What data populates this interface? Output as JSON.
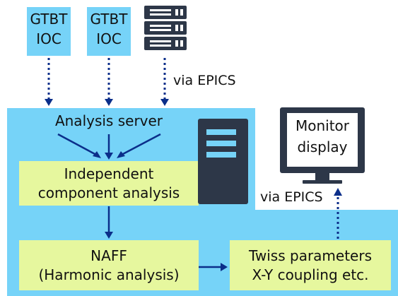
{
  "sources": [
    {
      "line1": "GTBT",
      "line2": "IOC"
    },
    {
      "line1": "GTBT",
      "line2": "IOC"
    }
  ],
  "icons": {
    "rack_server": "rack-server-icon",
    "tower_pc": "tower-computer-icon",
    "monitor": "monitor-icon"
  },
  "labels": {
    "via_epics_top": "via EPICS",
    "analysis_server": "Analysis server",
    "via_epics_right": "via EPICS"
  },
  "boxes": {
    "ica": {
      "line1": "Independent",
      "line2": "component analysis"
    },
    "naff": {
      "line1": "NAFF",
      "line2": "(Harmonic analysis)"
    },
    "twiss": {
      "line1": "Twiss parameters",
      "line2": "X-Y coupling etc."
    }
  },
  "monitor": {
    "line1": "Monitor",
    "line2": "display"
  },
  "colors": {
    "region": "#76d3f8",
    "box_fill": "#e6f79e",
    "source_fill": "#76d3f8",
    "arrow": "#0b2e8a",
    "dark": "#2d3748"
  }
}
